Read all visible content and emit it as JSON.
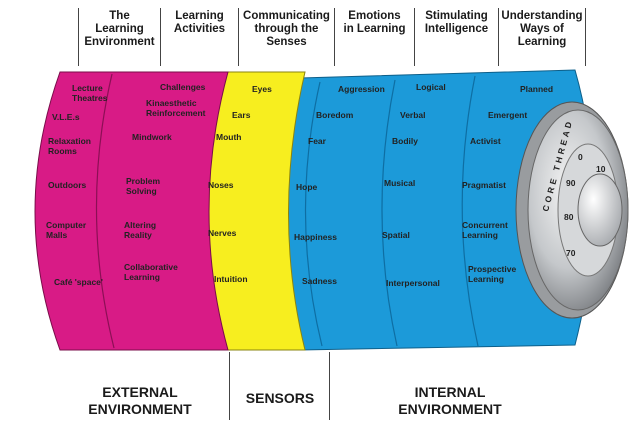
{
  "headers": [
    "The\nLearning\nEnvironment",
    "Learning\nActivities",
    "Communicating\nthrough the\nSenses",
    "Emotions\nin Learning",
    "Stimulating\nIntelligence",
    "Understanding\nWays of\nLearning"
  ],
  "columns": {
    "environment": [
      "Lecture Theatres",
      "V.L.E.s",
      "Relaxation Rooms",
      "Outdoors",
      "Computer Malls",
      "Café 'space'"
    ],
    "activities": [
      "Challenges",
      "Kinaesthetic Reinforcement",
      "Mindwork",
      "Problem Solving",
      "Altering Reality",
      "Collaborative Learning"
    ],
    "senses": [
      "Eyes",
      "Ears",
      "Mouth",
      "Noses",
      "Nerves",
      "Intuition"
    ],
    "emotions": [
      "Aggression",
      "Boredom",
      "Fear",
      "Hope",
      "Happiness",
      "Sadness"
    ],
    "intelligence": [
      "Logical",
      "Verbal",
      "Bodily",
      "Musical",
      "Spatial",
      "Interpersonal"
    ],
    "learning": [
      "Planned",
      "Emergent",
      "Activist",
      "Pragmatist",
      "Concurrent Learning",
      "Prospective Learning"
    ]
  },
  "lock": {
    "ring_text": "CORE THREAD",
    "dial_numbers": [
      "0",
      "10",
      "90",
      "80",
      "70"
    ]
  },
  "footers": {
    "external": "EXTERNAL\nENVIRONMENT",
    "sensors": "SENSORS",
    "internal": "INTERNAL\nENVIRONMENT"
  },
  "colors": {
    "magenta": "#d81b86",
    "yellow": "#f7ee1f",
    "blue": "#1c9ad9",
    "lock_silver": "#b9bcbf"
  }
}
